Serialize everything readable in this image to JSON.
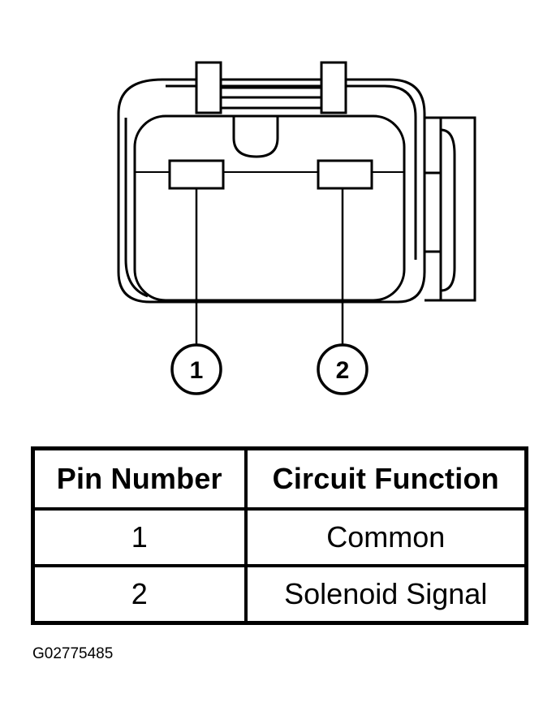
{
  "diagram": {
    "pins": [
      {
        "label": "1"
      },
      {
        "label": "2"
      }
    ]
  },
  "table": {
    "headers": [
      "Pin Number",
      "Circuit Function"
    ],
    "rows": [
      {
        "pin": "1",
        "function": "Common"
      },
      {
        "pin": "2",
        "function": "Solenoid Signal"
      }
    ]
  },
  "figure_id": "G02775485"
}
